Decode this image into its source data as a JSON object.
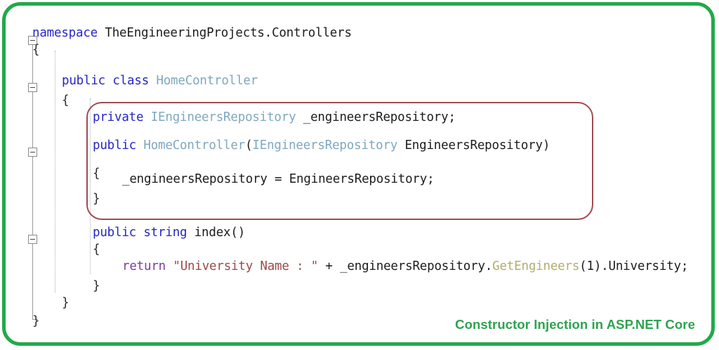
{
  "frame": {
    "border_color": "#22a94a",
    "background": "#ffffff"
  },
  "highlight": {
    "name": "constructor-injection-highlight",
    "border_color": "#9e4b52",
    "shape": "rounded-rectangle"
  },
  "caption": {
    "text": "Constructor Injection in ASP.NET Core",
    "color": "#2fa24f"
  },
  "editor": {
    "language": "csharp",
    "theme_colors": {
      "keyword": "#2727c4",
      "control_keyword": "#7c3f9e",
      "type": "#7fa8bd",
      "method": "#b3ae6d",
      "string": "#9b4a4a",
      "plain": "#1d1d1d"
    },
    "gutter": {
      "collapse_icon": "minus-square-icon",
      "collapse_rows": [
        0,
        3,
        6,
        13
      ]
    },
    "lines": [
      {
        "n": 0,
        "indent": 0,
        "tokens": [
          {
            "t": "namespace",
            "c": "kw"
          },
          {
            "t": " ",
            "c": "plain"
          },
          {
            "t": "TheEngineeringProjects.Controllers",
            "c": "plain"
          }
        ]
      },
      {
        "n": 1,
        "indent": 0,
        "tokens": [
          {
            "t": "{",
            "c": "brace"
          }
        ]
      },
      {
        "n": 2,
        "indent": 0,
        "tokens": []
      },
      {
        "n": 3,
        "indent": 1,
        "tokens": [
          {
            "t": "public",
            "c": "kw"
          },
          {
            "t": " ",
            "c": "plain"
          },
          {
            "t": "class",
            "c": "kw"
          },
          {
            "t": " ",
            "c": "plain"
          },
          {
            "t": "HomeController",
            "c": "type"
          }
        ]
      },
      {
        "n": 4,
        "indent": 1,
        "tokens": [
          {
            "t": "{",
            "c": "brace"
          }
        ]
      },
      {
        "n": 5,
        "indent": 2,
        "tokens": [
          {
            "t": "private",
            "c": "kw"
          },
          {
            "t": " ",
            "c": "plain"
          },
          {
            "t": "IEngineersRepository",
            "c": "type"
          },
          {
            "t": " ",
            "c": "plain"
          },
          {
            "t": "_engineersRepository;",
            "c": "plain"
          }
        ]
      },
      {
        "n": 6,
        "indent": 2,
        "tokens": []
      },
      {
        "n": 7,
        "indent": 2,
        "tokens": [
          {
            "t": "public",
            "c": "kw"
          },
          {
            "t": " ",
            "c": "plain"
          },
          {
            "t": "HomeController",
            "c": "type"
          },
          {
            "t": "(",
            "c": "plain"
          },
          {
            "t": "IEngineersRepository",
            "c": "type"
          },
          {
            "t": " EngineersRepository)",
            "c": "plain"
          }
        ]
      },
      {
        "n": 8,
        "indent": 2,
        "tokens": [
          {
            "t": "{",
            "c": "brace"
          }
        ]
      },
      {
        "n": 9,
        "indent": 3,
        "tokens": [
          {
            "t": "_engineersRepository = EngineersRepository;",
            "c": "plain"
          }
        ]
      },
      {
        "n": 10,
        "indent": 2,
        "tokens": [
          {
            "t": "}",
            "c": "brace"
          }
        ]
      },
      {
        "n": 11,
        "indent": 2,
        "tokens": []
      },
      {
        "n": 12,
        "indent": 2,
        "tokens": [
          {
            "t": "public",
            "c": "kw"
          },
          {
            "t": " ",
            "c": "plain"
          },
          {
            "t": "string",
            "c": "kw"
          },
          {
            "t": " ",
            "c": "plain"
          },
          {
            "t": "index()",
            "c": "plain"
          }
        ]
      },
      {
        "n": 13,
        "indent": 2,
        "tokens": [
          {
            "t": "{",
            "c": "brace"
          }
        ]
      },
      {
        "n": 14,
        "indent": 3,
        "tokens": [
          {
            "t": "return",
            "c": "kw-ctrl"
          },
          {
            "t": " ",
            "c": "plain"
          },
          {
            "t": "\"University Name : \"",
            "c": "str"
          },
          {
            "t": " + _engineersRepository.",
            "c": "plain"
          },
          {
            "t": "GetEngineers",
            "c": "method"
          },
          {
            "t": "(1).University;",
            "c": "plain"
          }
        ]
      },
      {
        "n": 15,
        "indent": 2,
        "tokens": [
          {
            "t": "}",
            "c": "brace"
          }
        ]
      },
      {
        "n": 16,
        "indent": 1,
        "tokens": [
          {
            "t": "}",
            "c": "brace"
          }
        ]
      },
      {
        "n": 17,
        "indent": 0,
        "tokens": [
          {
            "t": "}",
            "c": "brace"
          }
        ]
      }
    ]
  }
}
